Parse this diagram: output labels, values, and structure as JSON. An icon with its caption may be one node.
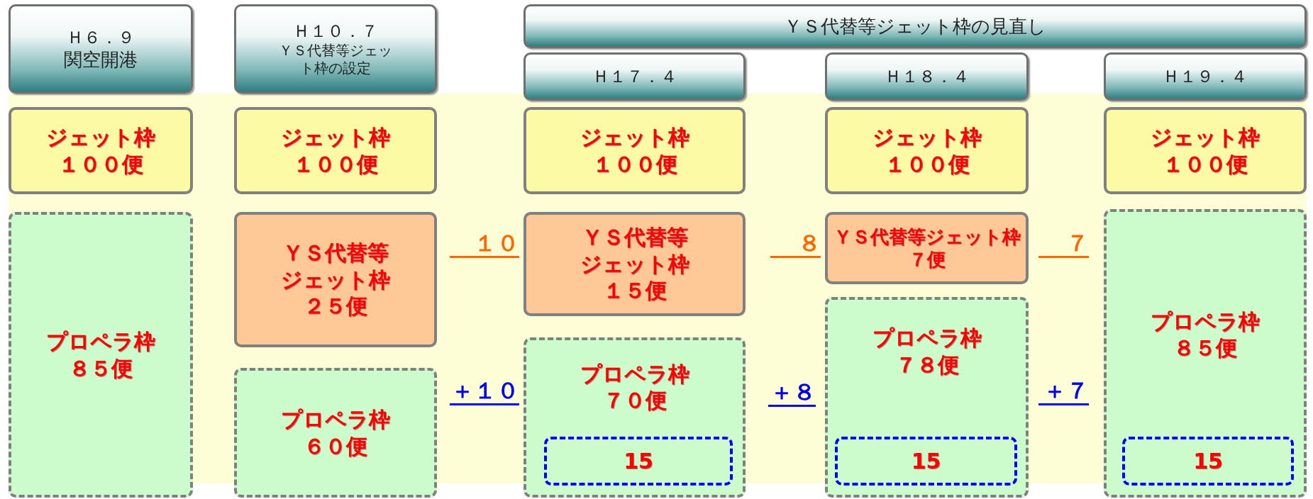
{
  "diagram": {
    "nodes": [
      {
        "text": [
          "Ｈ６．９",
          "関空開港"
        ]
      },
      {
        "text": [
          "Ｈ１０．７",
          "ＹＳ代替等ジェット枠の設定"
        ]
      },
      {
        "text": [
          "ＹＳ代替等ジェット枠の見直し"
        ]
      },
      {
        "text": [
          "Ｈ１７．４"
        ]
      },
      {
        "text": [
          "Ｈ１８．４"
        ]
      },
      {
        "text": [
          "Ｈ１９．４"
        ]
      },
      {
        "text": [
          "ジェット枠１００便"
        ]
      },
      {
        "text": [
          "ジェット枠１００便"
        ]
      },
      {
        "text": [
          "ジェット枠１００便"
        ]
      },
      {
        "text": [
          "ジェット枠１００便"
        ]
      },
      {
        "text": [
          "ジェット枠１００便"
        ]
      },
      {
        "text": [
          "プロペラ枠８５便"
        ]
      },
      {
        "text": [
          "ＹＳ代替等ジェット枠２５便"
        ]
      },
      {
        "text": [
          "ＹＳ代替等ジェット枠１５便"
        ]
      },
      {
        "text": [
          "ＹＳ代替等ジェット枠７便"
        ]
      },
      {
        "text": [
          "プロペラ枠８５便"
        ]
      },
      {
        "text": [
          "プロペラ枠６０便"
        ]
      },
      {
        "text": [
          "プロペラ枠７０便"
        ]
      },
      {
        "text": [
          "15"
        ],
        "in": 17
      },
      {
        "text": [
          "プロペラ枠７８便"
        ]
      },
      {
        "text": [
          "15"
        ],
        "in": 19
      },
      {
        "text": [
          "15"
        ],
        "in": 15
      }
    ],
    "labels": [
      "１０",
      "８",
      "７",
      "＋１０",
      "＋８",
      "＋７"
    ]
  }
}
